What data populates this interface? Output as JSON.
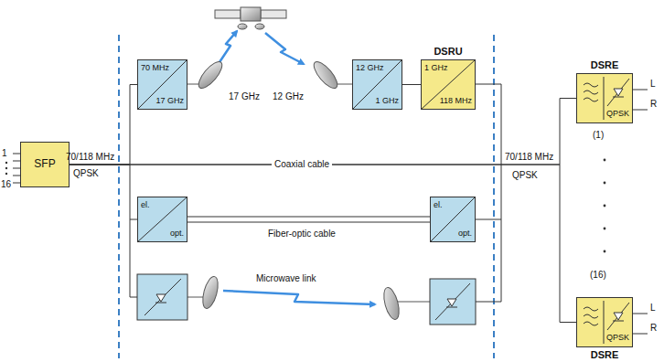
{
  "diagram": {
    "nodes": [
      {
        "text": [
          "SFP"
        ]
      },
      {
        "text": [
          "70 MHz",
          "17 GHz"
        ]
      },
      {
        "text": [
          "12 GHz",
          "1 GHz"
        ]
      },
      {
        "text": [
          "DSRU",
          "1 GHz",
          "118 MHz"
        ]
      },
      {
        "text": [
          "el.",
          "opt."
        ]
      },
      {
        "text": [
          "el.",
          "opt."
        ]
      },
      {
        "text": [
          "DSRE",
          "QPSK"
        ]
      },
      {
        "text": [
          "DSRE",
          "QPSK"
        ]
      }
    ],
    "edges": [
      {
        "from": 0,
        "to": 1,
        "arrow": "none"
      },
      {
        "from": 0,
        "to": 4,
        "arrow": "none"
      },
      {
        "from": 2,
        "to": 3,
        "arrow": "none"
      },
      {
        "from": 4,
        "to": 5,
        "label": "Fiber-optic cable",
        "arrow": "none"
      },
      {
        "from": 0,
        "to": 6,
        "label": "Coaxial cable",
        "arrow": "none"
      },
      {
        "from": 0,
        "to": 7,
        "arrow": "none"
      }
    ],
    "labels": [
      "1",
      "16",
      "70/118 MHz",
      "QPSK",
      "17 GHz",
      "12 GHz",
      "Microwave link",
      "70/118 MHz",
      "QPSK",
      "L",
      "R",
      "(1)",
      "(16)",
      "L",
      "R"
    ]
  }
}
